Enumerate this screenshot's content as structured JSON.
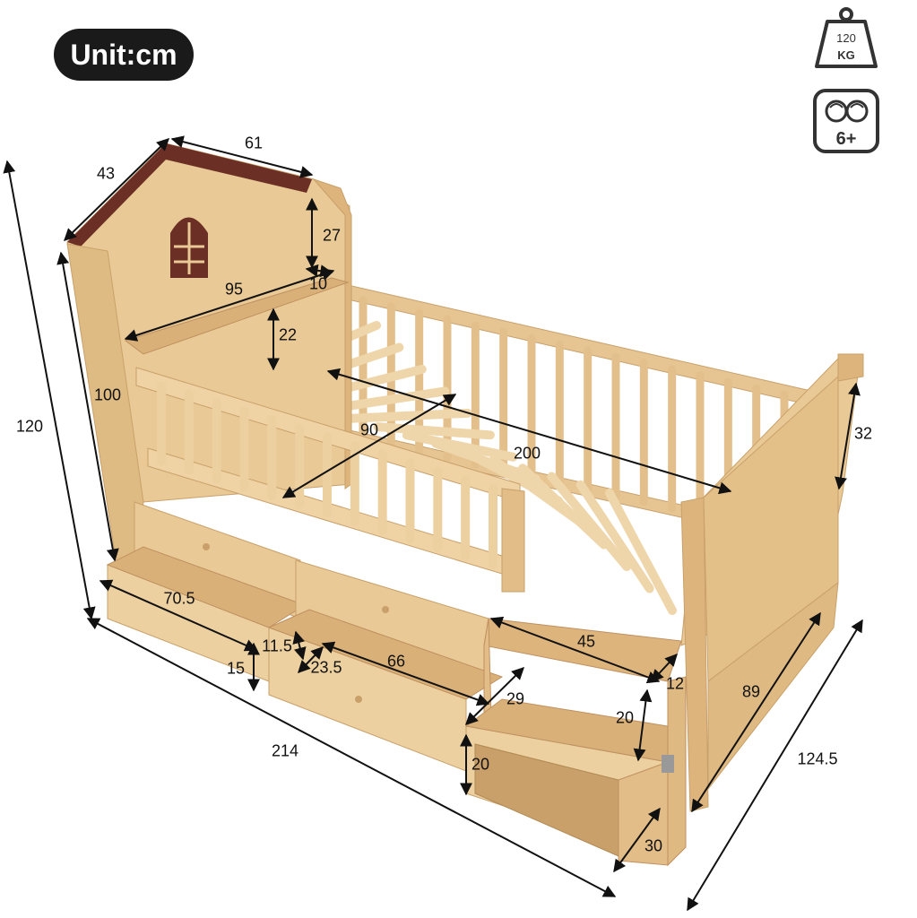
{
  "unit_badge": "Unit:cm",
  "weight_icon": {
    "icon": "weight-icon",
    "value": "120",
    "unit": "KG"
  },
  "age_icon": {
    "icon": "kids-age-icon",
    "label": "6+"
  },
  "dimensions": {
    "headboard_top_depth": "43",
    "headboard_roof_width": "61",
    "overall_height": "120",
    "headboard_roof_height": "27",
    "shelf_depth": "10",
    "shelf_width": "95",
    "shelf_height": "22",
    "headboard_height": "100",
    "mattress_width": "90",
    "mattress_length": "200",
    "footboard_height": "32",
    "drawer_width": "70.5",
    "drawer_gap": "11.5",
    "drawer_height": "15",
    "drawer_inner": "23.5",
    "drawer2_width": "66",
    "step_width": "45",
    "step_depth_top": "12",
    "step_diag": "29",
    "step_height_top": "20",
    "step_height_bottom": "20",
    "footboard_length": "89",
    "overall_length": "214",
    "overall_width": "124.5",
    "step_depth": "30"
  },
  "colors": {
    "wood": "#e9c995",
    "wood_dark": "#d4aa6e",
    "roof": "#6b2f25"
  }
}
